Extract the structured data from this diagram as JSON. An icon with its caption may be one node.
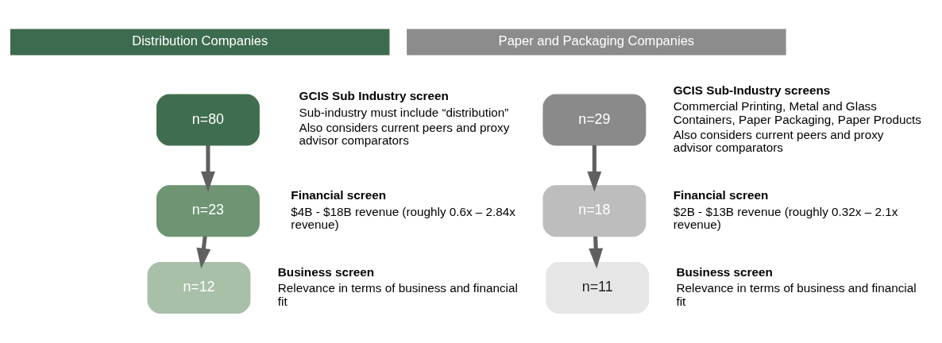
{
  "diagram": {
    "nodes": [
      {
        "text": [
          "Distribution Companies"
        ]
      },
      {
        "text": [
          "n=80"
        ],
        "beside": [
          "GCIS Sub Industry screen",
          "Sub-industry must include “distribution”",
          "Also considers current peers and proxy advisor comparators"
        ]
      },
      {
        "text": [
          "n=23"
        ],
        "beside": [
          "Financial screen",
          "$4B - $18B revenue (roughly 0.6x – 2.84x revenue)"
        ]
      },
      {
        "text": [
          "n=12"
        ],
        "beside": [
          "Business screen",
          "Relevance in terms of business and financial fit"
        ]
      },
      {
        "text": [
          "Paper and Packaging Companies"
        ]
      },
      {
        "text": [
          "n=29"
        ],
        "beside": [
          "GCIS Sub-Industry screens",
          "Commercial Printing, Metal and Glass Containers, Paper Packaging, Paper Products",
          "Also considers current peers and proxy advisor comparators"
        ]
      },
      {
        "text": [
          "n=18"
        ],
        "beside": [
          "Financial screen",
          "$2B - $13B revenue (roughly 0.32x – 2.1x revenue)"
        ]
      },
      {
        "text": [
          "n=11"
        ],
        "beside": [
          "Business screen",
          "Relevance in terms of business and financial fit"
        ]
      }
    ],
    "edges": [
      {
        "from": 1,
        "to": 2,
        "arrow": "to"
      },
      {
        "from": 2,
        "to": 3,
        "arrow": "to"
      },
      {
        "from": 5,
        "to": 6,
        "arrow": "to"
      },
      {
        "from": 6,
        "to": 7,
        "arrow": "to"
      }
    ]
  }
}
